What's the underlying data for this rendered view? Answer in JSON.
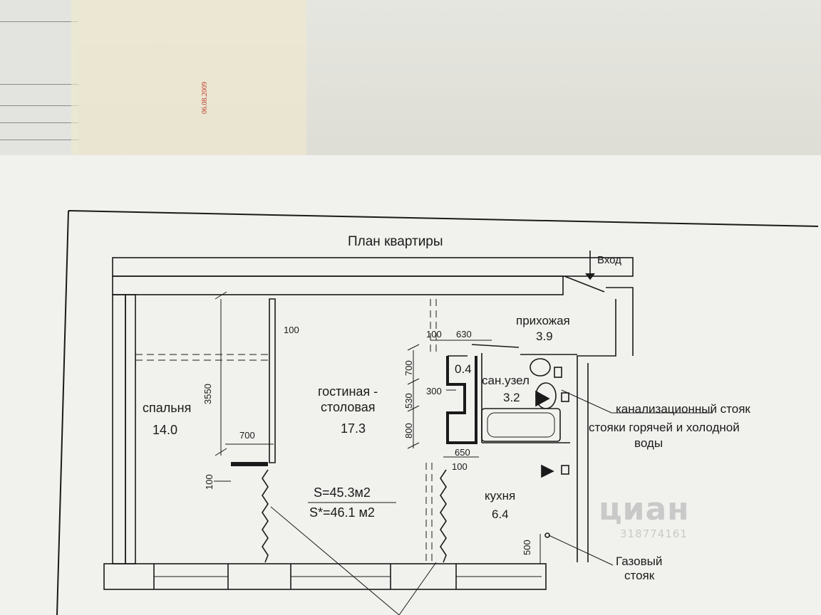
{
  "title": "План квартиры",
  "entrance": "Вход",
  "stamp_date": "06.08.2009",
  "rooms": [
    {
      "id": "bedroom",
      "name": "спальня",
      "area": "14.0"
    },
    {
      "id": "living",
      "name1": "гостиная -",
      "name2": "столовая",
      "area": "17.3"
    },
    {
      "id": "hall",
      "name": "прихожая",
      "area": "3.9"
    },
    {
      "id": "closet",
      "area": "0.4"
    },
    {
      "id": "bathroom",
      "name": "сан.узел",
      "area": "3.2"
    },
    {
      "id": "kitchen",
      "name": "кухня",
      "area": "6.4"
    }
  ],
  "totals": {
    "s": "S=45.3м2",
    "s_star": "S*=46.1 м2"
  },
  "dimensions": {
    "d100_bedroom": "100",
    "d3550": "3550",
    "d700": "700",
    "d100_left": "100",
    "d100_hall": "100",
    "d630": "630",
    "d700_v": "700",
    "d530": "530",
    "d300": "300",
    "d800": "800",
    "d650": "650",
    "d100_kitchen": "100",
    "d500": "500"
  },
  "notes": {
    "sewer": "канализационный стояк",
    "water1": "стояки горячей и холодной",
    "water2": "воды",
    "gas1": "Газовый",
    "gas2": "стояк"
  },
  "watermark": {
    "brand": "циан",
    "number": "318774161"
  },
  "colors": {
    "paper": "#f1f1ee",
    "ink": "#1a1a1a",
    "stamp": "#c0392b"
  }
}
